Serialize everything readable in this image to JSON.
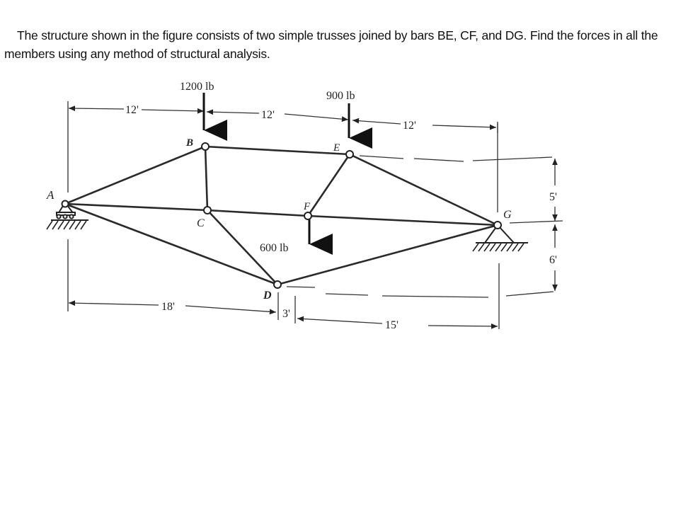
{
  "problem": {
    "text": "The structure shown in the figure consists of two simple trusses joined by bars BE, CF, and DG. Find the forces in all the members using any method of structural analysis."
  },
  "figure": {
    "nodes": {
      "A": "A",
      "B": "B",
      "C": "C",
      "D": "D",
      "E": "E",
      "F": "F",
      "G": "G"
    },
    "loads": {
      "B": "1200 lb",
      "E": "900 lb",
      "F": "600 lb"
    },
    "dimensions": {
      "top_1": "12'",
      "top_2": "12'",
      "top_3": "12'",
      "bottom_1": "18'",
      "bottom_2": "3'",
      "bottom_3": "15'",
      "right_1": "5'",
      "right_2": "6'"
    }
  }
}
